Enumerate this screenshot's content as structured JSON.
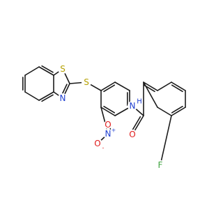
{
  "molecule": {
    "atom_labels": {
      "s_thiazole": "S",
      "n_thiazole": "N",
      "s_thioether": "S",
      "n_amide": "N",
      "h_amide": "H",
      "o_carbonyl": "O",
      "n_nitro": "N",
      "o_nitro_top": "O",
      "o_nitro_left": "O",
      "f": "F"
    },
    "charges": {
      "n_nitro": "+",
      "o_nitro_left": "-"
    },
    "colors": {
      "bond": "#1a1a1a",
      "S": "#b5a000",
      "N": "#1f3fd0",
      "O": "#e01b1b",
      "F": "#3ea33e",
      "H": "#1f3fd0"
    }
  }
}
